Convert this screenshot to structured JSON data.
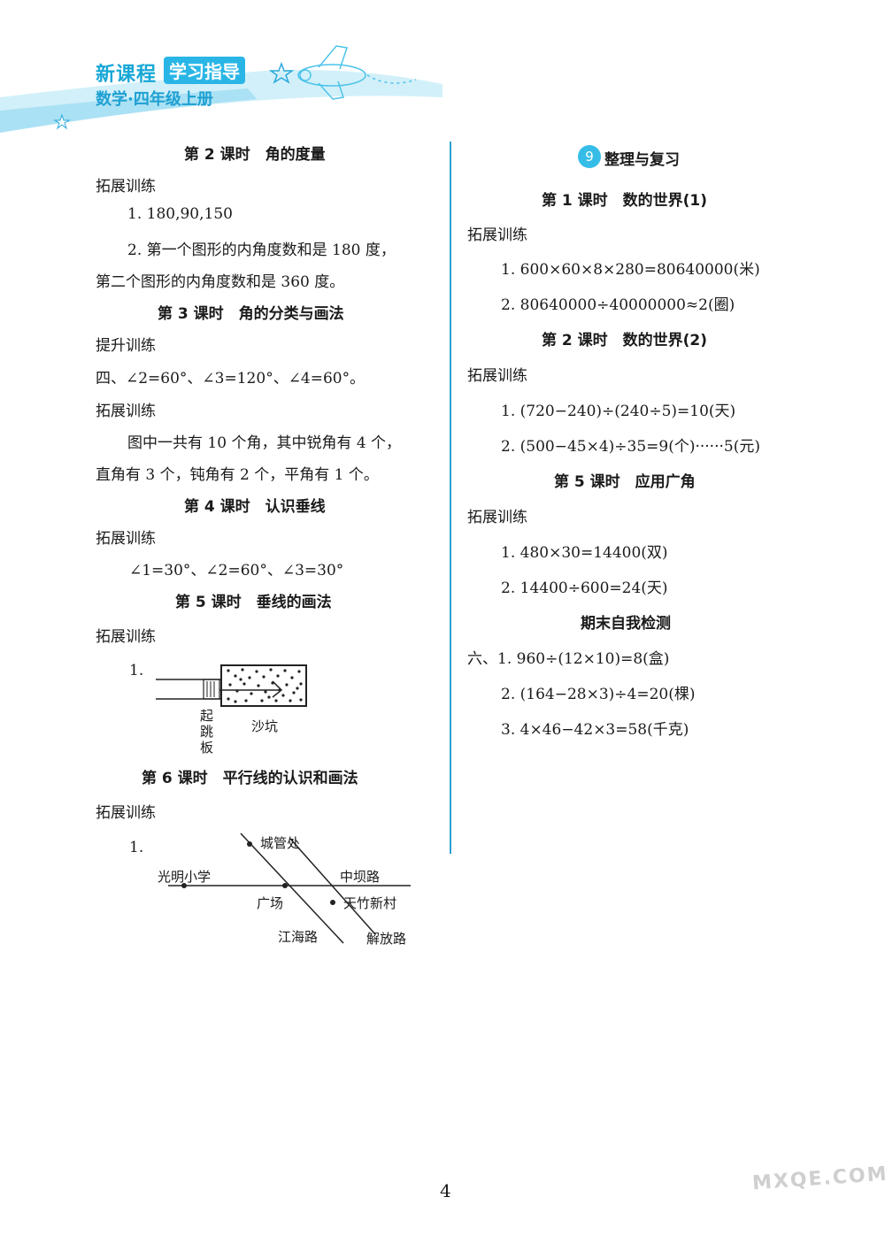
{
  "header": {
    "brand_a": "新课程",
    "brand_b": "学习指导",
    "subtitle": "数学·四年级上册"
  },
  "left": {
    "s1_title": "第 2 课时　角的度量",
    "s1_sub": "拓展训练",
    "s1_l1": "1. 180,90,150",
    "s1_l2": "2. 第一个图形的内角度数和是 180 度，",
    "s1_l3": "第二个图形的内角度数和是 360 度。",
    "s2_title": "第 3 课时　角的分类与画法",
    "s2_sub": "提升训练",
    "s2_l1": "四、∠2=60°、∠3=120°、∠4=60°。",
    "s2_sub2": "拓展训练",
    "s2_l2": "图中一共有 10 个角，其中锐角有 4 个，",
    "s2_l3": "直角有 3 个，钝角有 2 个，平角有 1 个。",
    "s3_title": "第 4 课时　认识垂线",
    "s3_sub": "拓展训练",
    "s3_l1": "∠1=30°、∠2=60°、∠3=30°",
    "s4_title": "第 5 课时　垂线的画法",
    "s4_sub": "拓展训练",
    "s4_num": "1.",
    "s4_fig_board": "起跳板",
    "s4_fig_pit": "沙坑",
    "s5_title": "第 6 课时　平行线的认识和画法",
    "s5_sub": "拓展训练",
    "s5_num": "1.",
    "map": {
      "school": "光明小学",
      "office": "城管处",
      "road_main": "中坝路",
      "square": "广场",
      "village": "天竹新村",
      "road_a": "江海路",
      "road_b": "解放路"
    }
  },
  "right": {
    "badge": "9",
    "unit_title": "整理与复习",
    "r1_title": "第 1 课时　数的世界(1)",
    "r1_sub": "拓展训练",
    "r1_l1": "1. 600×60×8×280=80640000(米)",
    "r1_l2": "2. 80640000÷40000000≈2(圈)",
    "r2_title": "第 2 课时　数的世界(2)",
    "r2_sub": "拓展训练",
    "r2_l1": "1. (720−240)÷(240÷5)=10(天)",
    "r2_l2": "2. (500−45×4)÷35=9(个)······5(元)",
    "r3_title": "第 5 课时　应用广角",
    "r3_sub": "拓展训练",
    "r3_l1": "1. 480×30=14400(双)",
    "r3_l2": "2. 14400÷600=24(天)",
    "r4_title": "期末自我检测",
    "r4_l1": "六、1. 960÷(12×10)=8(盒)",
    "r4_l2": "2. (164−28×3)÷4=20(棵)",
    "r4_l3": "3. 4×46−42×3=58(千克)"
  },
  "footer": {
    "page_number": "4",
    "watermark": "MXQE.COM"
  }
}
